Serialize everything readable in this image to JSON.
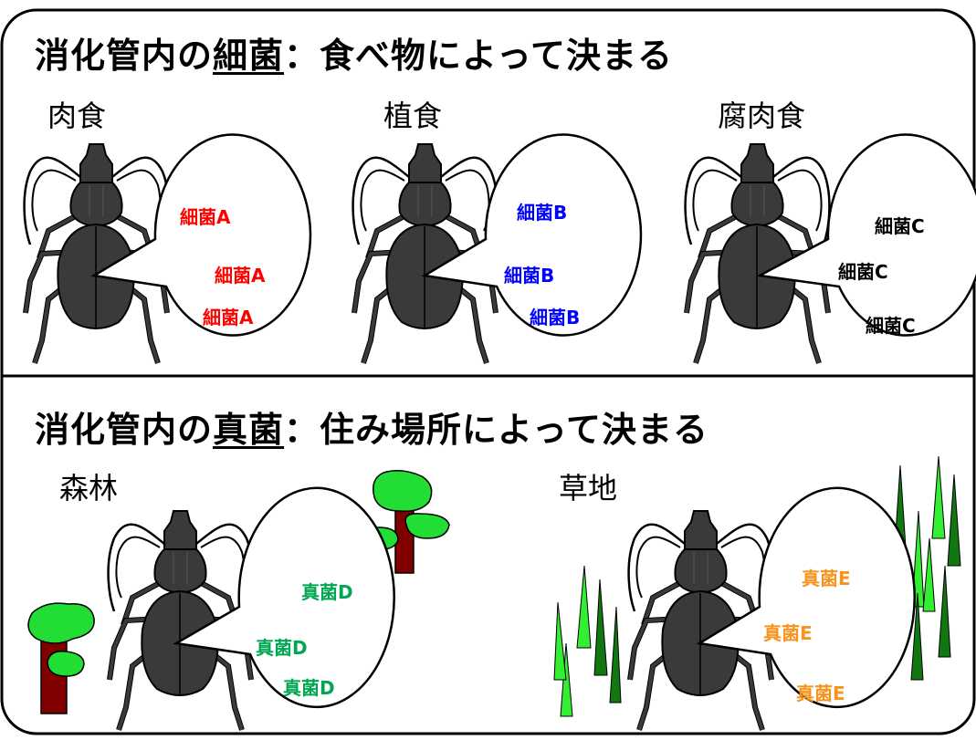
{
  "top_section": {
    "title_prefix": "消化管内の",
    "title_underlined": "細菌",
    "title_suffix": "：食べ物によって決まる",
    "groups": [
      {
        "label": "肉食",
        "microbe": "細菌A",
        "color": "#ff0000"
      },
      {
        "label": "植食",
        "microbe": "細菌B",
        "color": "#0000ff"
      },
      {
        "label": "腐肉食",
        "microbe": "細菌C",
        "color": "#000000"
      }
    ]
  },
  "bottom_section": {
    "title_prefix": "消化管内の",
    "title_underlined": "真菌",
    "title_suffix": "：住み場所によって決まる",
    "groups": [
      {
        "label": "森林",
        "microbe": "真菌D",
        "color": "#00a651"
      },
      {
        "label": "草地",
        "microbe": "真菌E",
        "color": "#f7941d"
      }
    ]
  },
  "colors": {
    "beetle_body": "#3a3a3a",
    "tree_foliage": "#22dd33",
    "tree_trunk": "#800000",
    "grass_dark": "#117711",
    "grass_light": "#33ee33"
  },
  "icons": [
    "beetle-icon",
    "tree-icon",
    "grass-icon",
    "speech-bubble"
  ]
}
